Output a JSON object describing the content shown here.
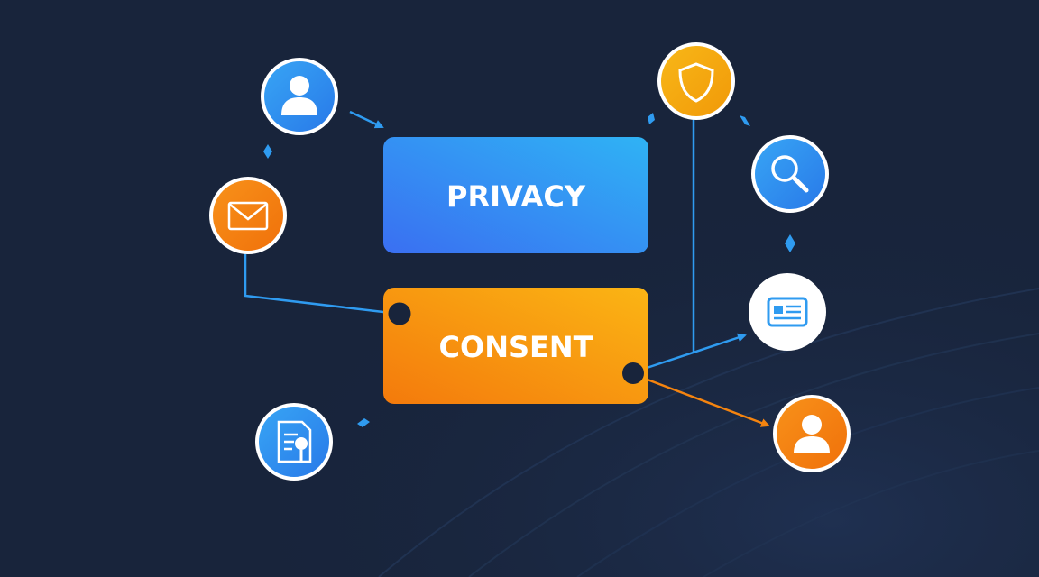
{
  "colors": {
    "background": "#18243b",
    "blue_accent": "#2f9bf0",
    "orange_accent": "#f5840f",
    "yellow_accent": "#f4a912",
    "white": "#ffffff"
  },
  "boxes": {
    "privacy": {
      "label": "PRIVACY"
    },
    "consent": {
      "label": "CONSENT"
    }
  },
  "nodes": [
    {
      "name": "user-profile-node",
      "icon": "user-icon"
    },
    {
      "name": "email-node",
      "icon": "envelope-icon"
    },
    {
      "name": "document-search-node",
      "icon": "document-search-icon"
    },
    {
      "name": "shield-node",
      "icon": "shield-icon"
    },
    {
      "name": "search-node",
      "icon": "magnifier-icon"
    },
    {
      "name": "id-card-node",
      "icon": "id-card-icon"
    },
    {
      "name": "person-orange-node",
      "icon": "user-icon"
    }
  ]
}
